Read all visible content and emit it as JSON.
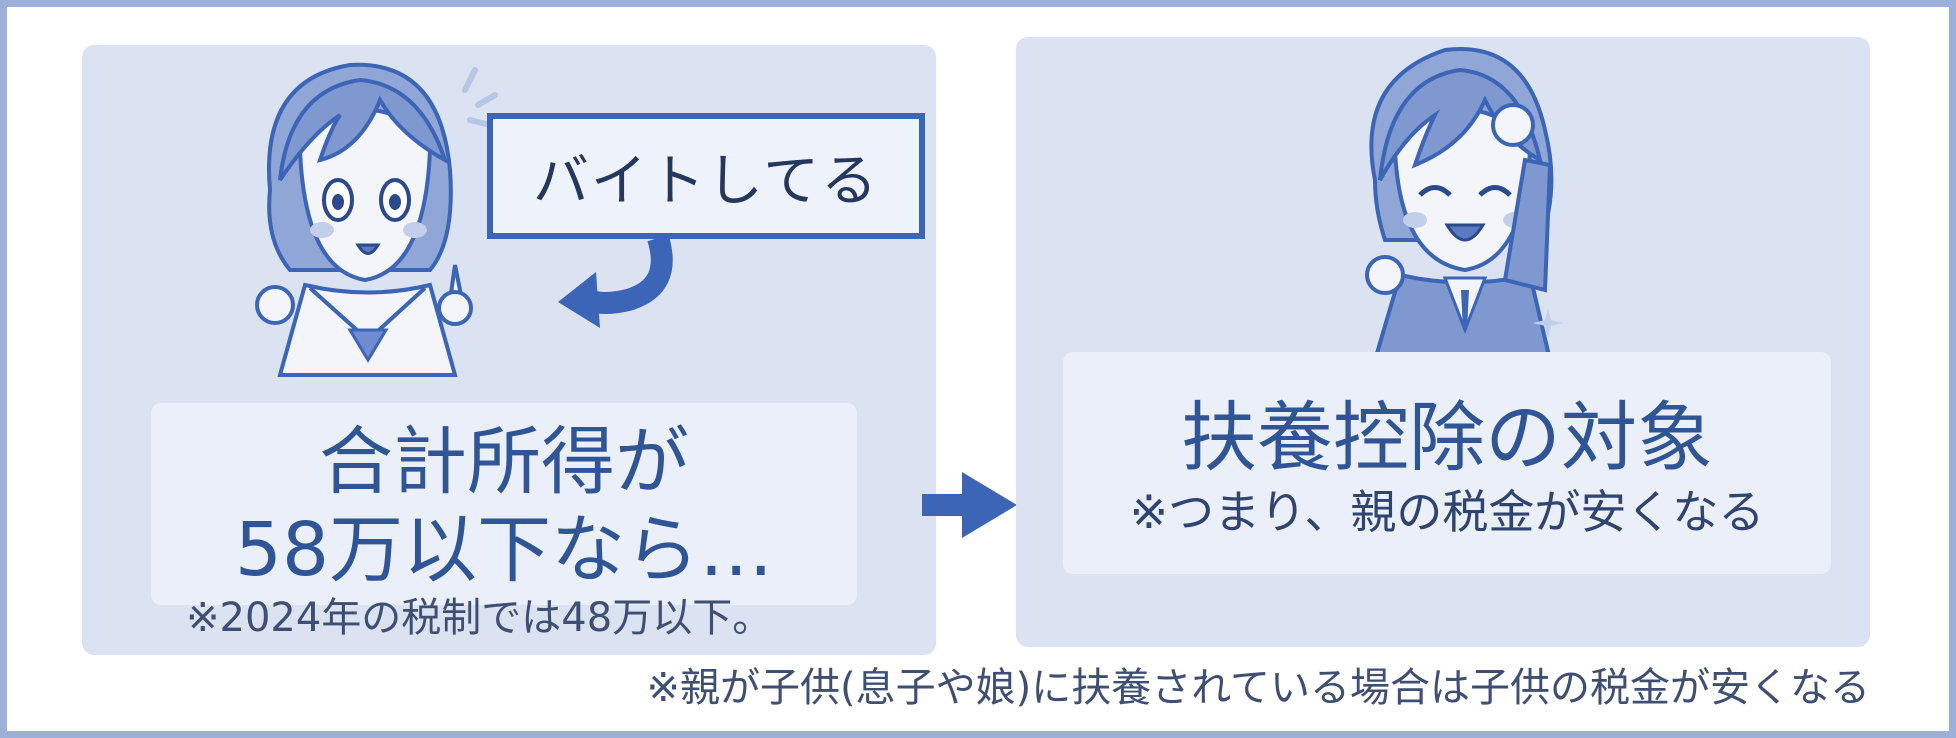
{
  "left_panel": {
    "speech_bubble": "バイトしてる",
    "title_line1": "合計所得が",
    "title_line2": "58万以下なら…",
    "note": "※2024年の税制では48万以下。"
  },
  "right_panel": {
    "title": "扶養控除の対象",
    "note": "※つまり、親の税金が安くなる"
  },
  "footer_note": "※親が子供(息子や娘)に扶養されている場合は子供の税金が安くなる",
  "colors": {
    "frame_border": "#9db0da",
    "panel_bg": "#dbe3f3",
    "inner_box_bg": "#eaeff9",
    "accent_blue": "#3c65b8",
    "title_text": "#2f5597"
  }
}
